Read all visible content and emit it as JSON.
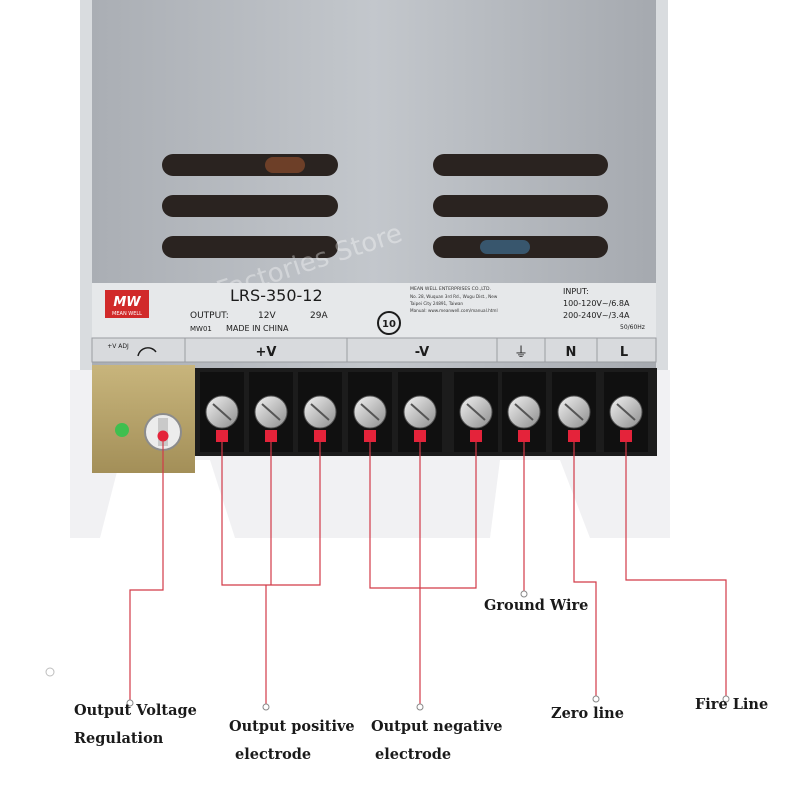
{
  "product": {
    "brand_logo": "MW",
    "brand_sub": "MEAN WELL",
    "model": "LRS-350-12",
    "output_label": "OUTPUT:",
    "output_voltage": "12V",
    "output_current": "29A",
    "made_in": "MADE IN CHINA",
    "mw_code": "MW01",
    "company": "MEAN WELL ENTERPRISES CO.,LTD.",
    "address_1": "No. 28, Wuquan 3rd Rd., Wugu Dist., New",
    "address_2": "Taipei City 24891, Taiwan",
    "website": "Manual: www.meanwell.com/manual.html",
    "input_label": "INPUT:",
    "input_1": "100-120V~/6.8A",
    "input_2": "200-240V~/3.4A",
    "input_freq": "50/60Hz",
    "cert_mark": "10",
    "watermark": "Factories Store"
  },
  "terminal_strip": {
    "adj_label": "+V ADJ",
    "plus_v": "+V",
    "minus_v": "-V",
    "ground_symbol": "⏚",
    "n": "N",
    "l": "L"
  },
  "labels": {
    "output_voltage_regulation": [
      "Output Voltage",
      "Regulation"
    ],
    "output_positive": [
      "Output positive",
      "electrode"
    ],
    "output_negative": [
      "Output negative",
      "electrode"
    ],
    "ground_wire": "Ground Wire",
    "zero_line": "Zero line",
    "fire_line": "Fire Line"
  },
  "colors": {
    "marker": "#e4233a",
    "line": "#d23a48",
    "case": "#b8bcc2",
    "label_panel": "#e6e8ea",
    "terminal_block": "#1c1c1c"
  }
}
